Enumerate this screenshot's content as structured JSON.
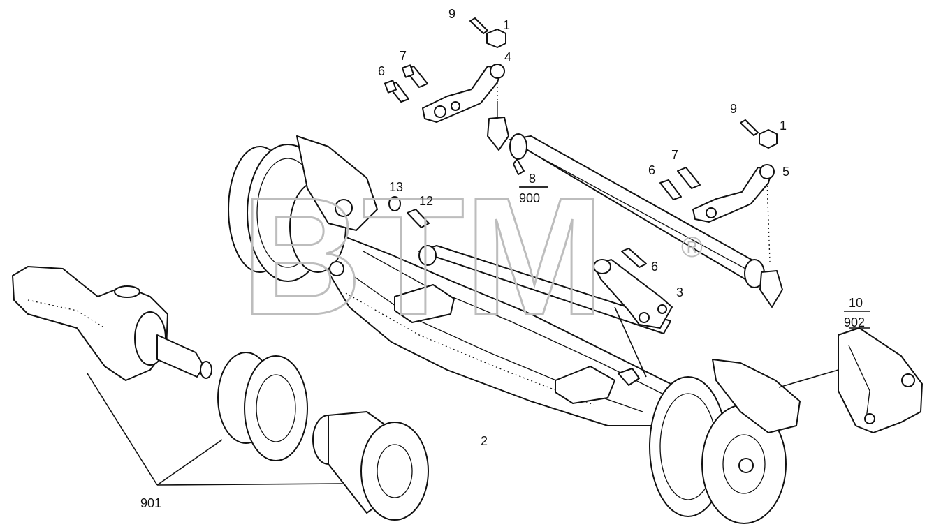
{
  "watermark": {
    "text": "BTM",
    "mark": "®"
  },
  "labels": {
    "p9_top": "9",
    "p1_top": "1",
    "p7_left": "7",
    "p6_left": "6",
    "p4": "4",
    "p9_right": "9",
    "p1_right": "1",
    "p7_right": "7",
    "p6_right": "6",
    "p5": "5",
    "p8_num": "8",
    "p8_den": "900",
    "p13": "13",
    "p12": "12",
    "p6_mid": "6",
    "p3": "3",
    "p10_num": "10",
    "p10_den": "902",
    "p2": "2",
    "p901": "901"
  },
  "colors": {
    "line": "#111111",
    "watermark": "#bdbdbd",
    "background": "#ffffff"
  }
}
